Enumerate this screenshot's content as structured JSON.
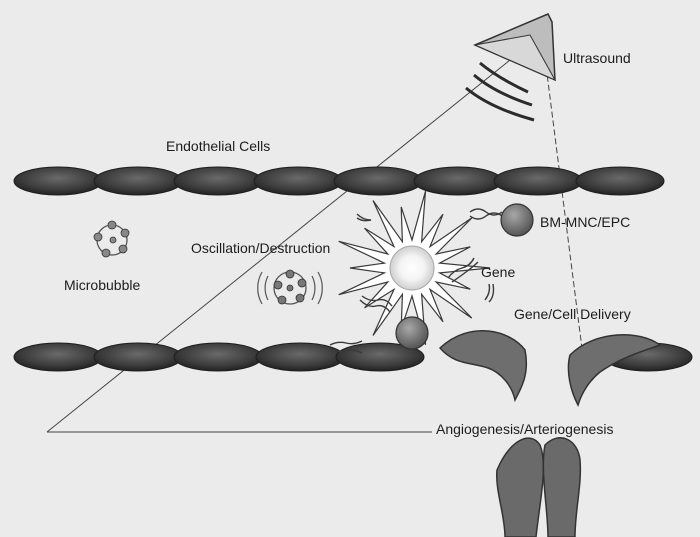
{
  "labels": {
    "ultrasound": "Ultrasound",
    "endothelial_cells": "Endothelial Cells",
    "bm_mnc_epc": "BM-MNC/EPC",
    "oscillation_destruction": "Oscillation/Destruction",
    "gene": "Gene",
    "microbubble": "Microbubble",
    "gene_cell_delivery": "Gene/Cell Delivery",
    "angiogenesis": "Angiogenesis/Arteriogenesis"
  },
  "colors": {
    "background": "#ebebeb",
    "endothelial_cell": "#3f3f3f",
    "cell_sphere": "#7a7a7a",
    "vessel_sprout": "#6e6e6e",
    "line": "#333333"
  }
}
